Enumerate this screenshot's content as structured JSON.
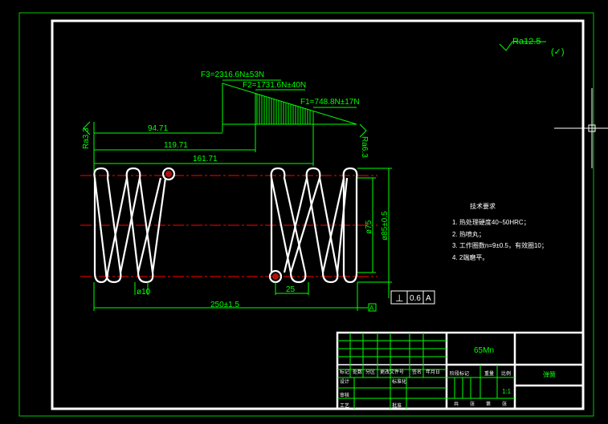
{
  "roughness": {
    "general": "Ra12.5",
    "general_suffix": "(✓)",
    "left_end": "Ra3.3",
    "right_end": "Ra6.3"
  },
  "forces": {
    "f3": "F3=2316.6N±53N",
    "f2": "F2=1731.6N±40N",
    "f1": "F1=748.8N±17N"
  },
  "dimensions": {
    "l1": "94.71",
    "l2": "119.71",
    "l3": "161.71",
    "wire_dia": "ø10",
    "pitch": "25",
    "free_length": "250±1.5",
    "inner_dia": "ø75",
    "outer_dia": "ø85±0.5"
  },
  "tolerance_frame": {
    "symbol": "⊥",
    "value": "0.6",
    "datum": "A"
  },
  "datum_marker": "A",
  "tech_requirements": {
    "title": "技术要求",
    "items": [
      "1. 热处理硬度40~50HRC；",
      "2. 热喷丸；",
      "3. 工作圈数n=9±0.5，有效圈10；",
      "4. 2端磨平。"
    ]
  },
  "title_block": {
    "material": "65Mn",
    "scale": "1:1",
    "part_name": "弹簧",
    "row_labels": [
      "标记",
      "处数",
      "分区",
      "更改文件号",
      "签名",
      "年月日"
    ],
    "review_labels": [
      "设计",
      "标准化",
      "审核",
      "工艺",
      "批准"
    ],
    "stage_labels": [
      "阶段标记",
      "重量",
      "比例"
    ],
    "sheet_labels": [
      "共",
      "张",
      "第",
      "张"
    ]
  },
  "colors": {
    "frame": "#FFFFFF",
    "dimension": "#00FF00",
    "centerline": "#FF0000",
    "spring": "#FFFFFF",
    "outer_border": "#00C800"
  }
}
